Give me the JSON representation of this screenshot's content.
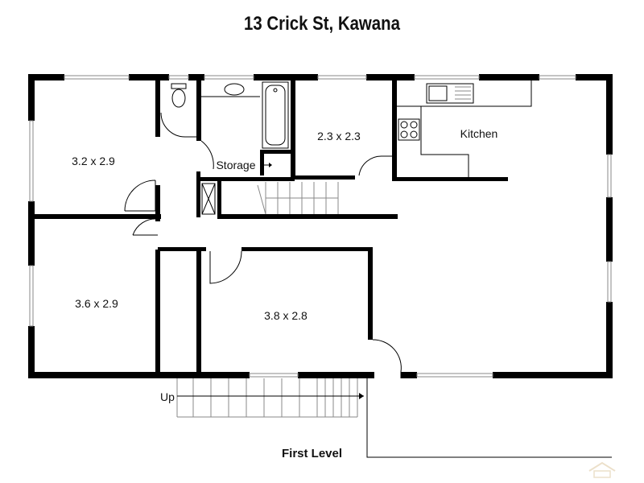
{
  "title": "13 Crick St, Kawana",
  "level": "First Level",
  "rooms": {
    "bed1": "3.2 x 2.9",
    "bed2": "3.6 x 2.9",
    "bed3": "3.8 x 2.8",
    "room4": "2.3 x 2.3",
    "storage": "Storage",
    "kitchen": "Kitchen"
  },
  "stairs_label": "Up",
  "colors": {
    "wall": "#000000",
    "window": "#888888",
    "background": "#ffffff"
  }
}
